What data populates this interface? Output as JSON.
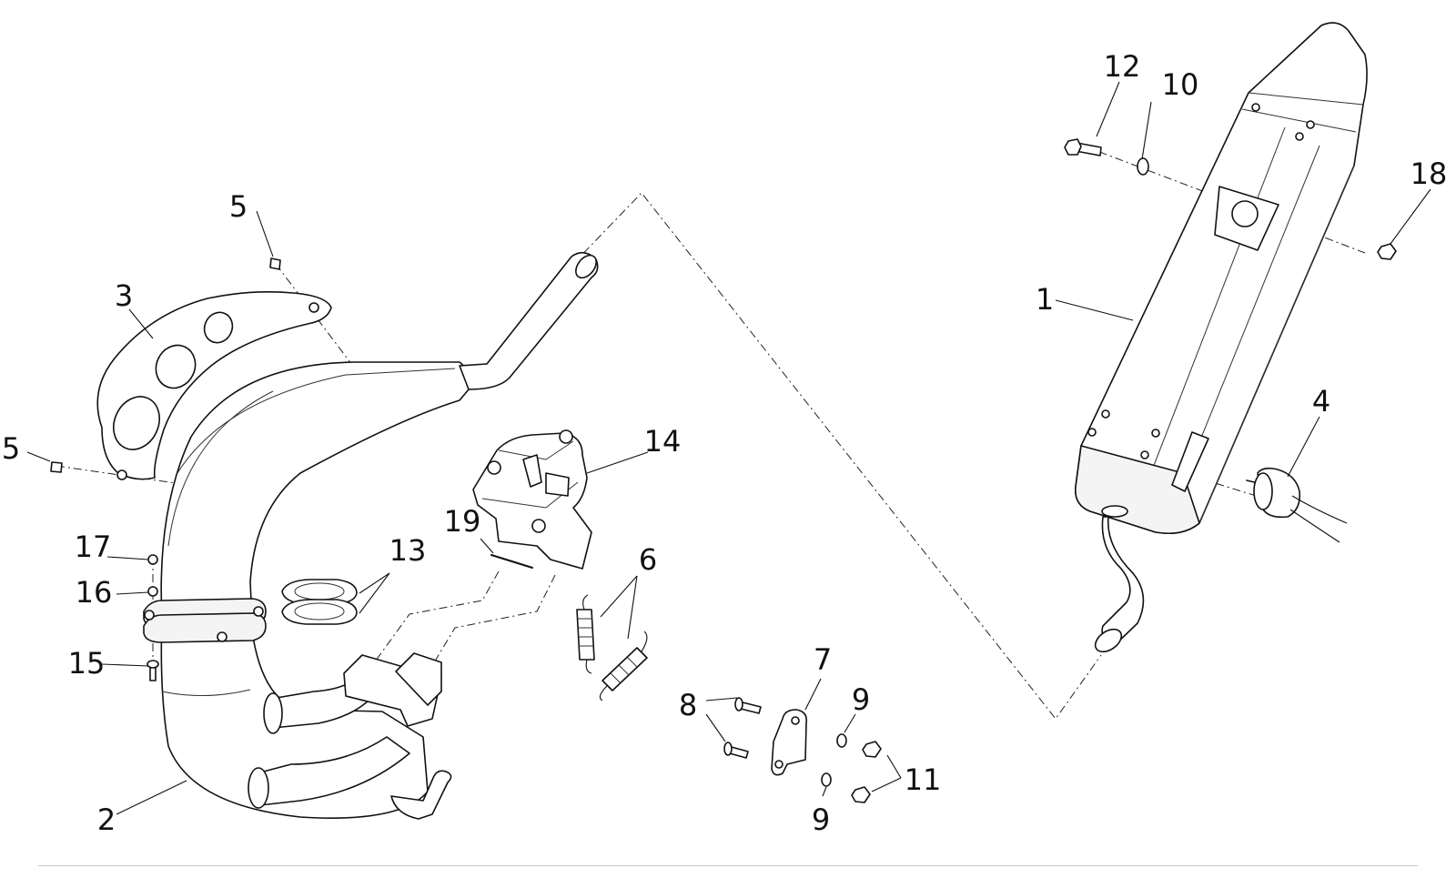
{
  "callouts": {
    "muffler": "1",
    "exhaust_pipe": "2",
    "heat_shield": "3",
    "sensor": "4",
    "shield_screw_top": "5",
    "shield_screw_left": "5",
    "springs": "6",
    "bracket": "7",
    "bolts": "8",
    "washer_top": "9",
    "washer_bottom": "9",
    "washer_rear": "10",
    "nuts": "11",
    "rear_bolt": "12",
    "gaskets": "13",
    "valve_unit": "14",
    "clamp_screw": "15",
    "clamp_washer": "16",
    "clamp_nut": "17",
    "rear_nut": "18",
    "valve_cable": "19"
  }
}
